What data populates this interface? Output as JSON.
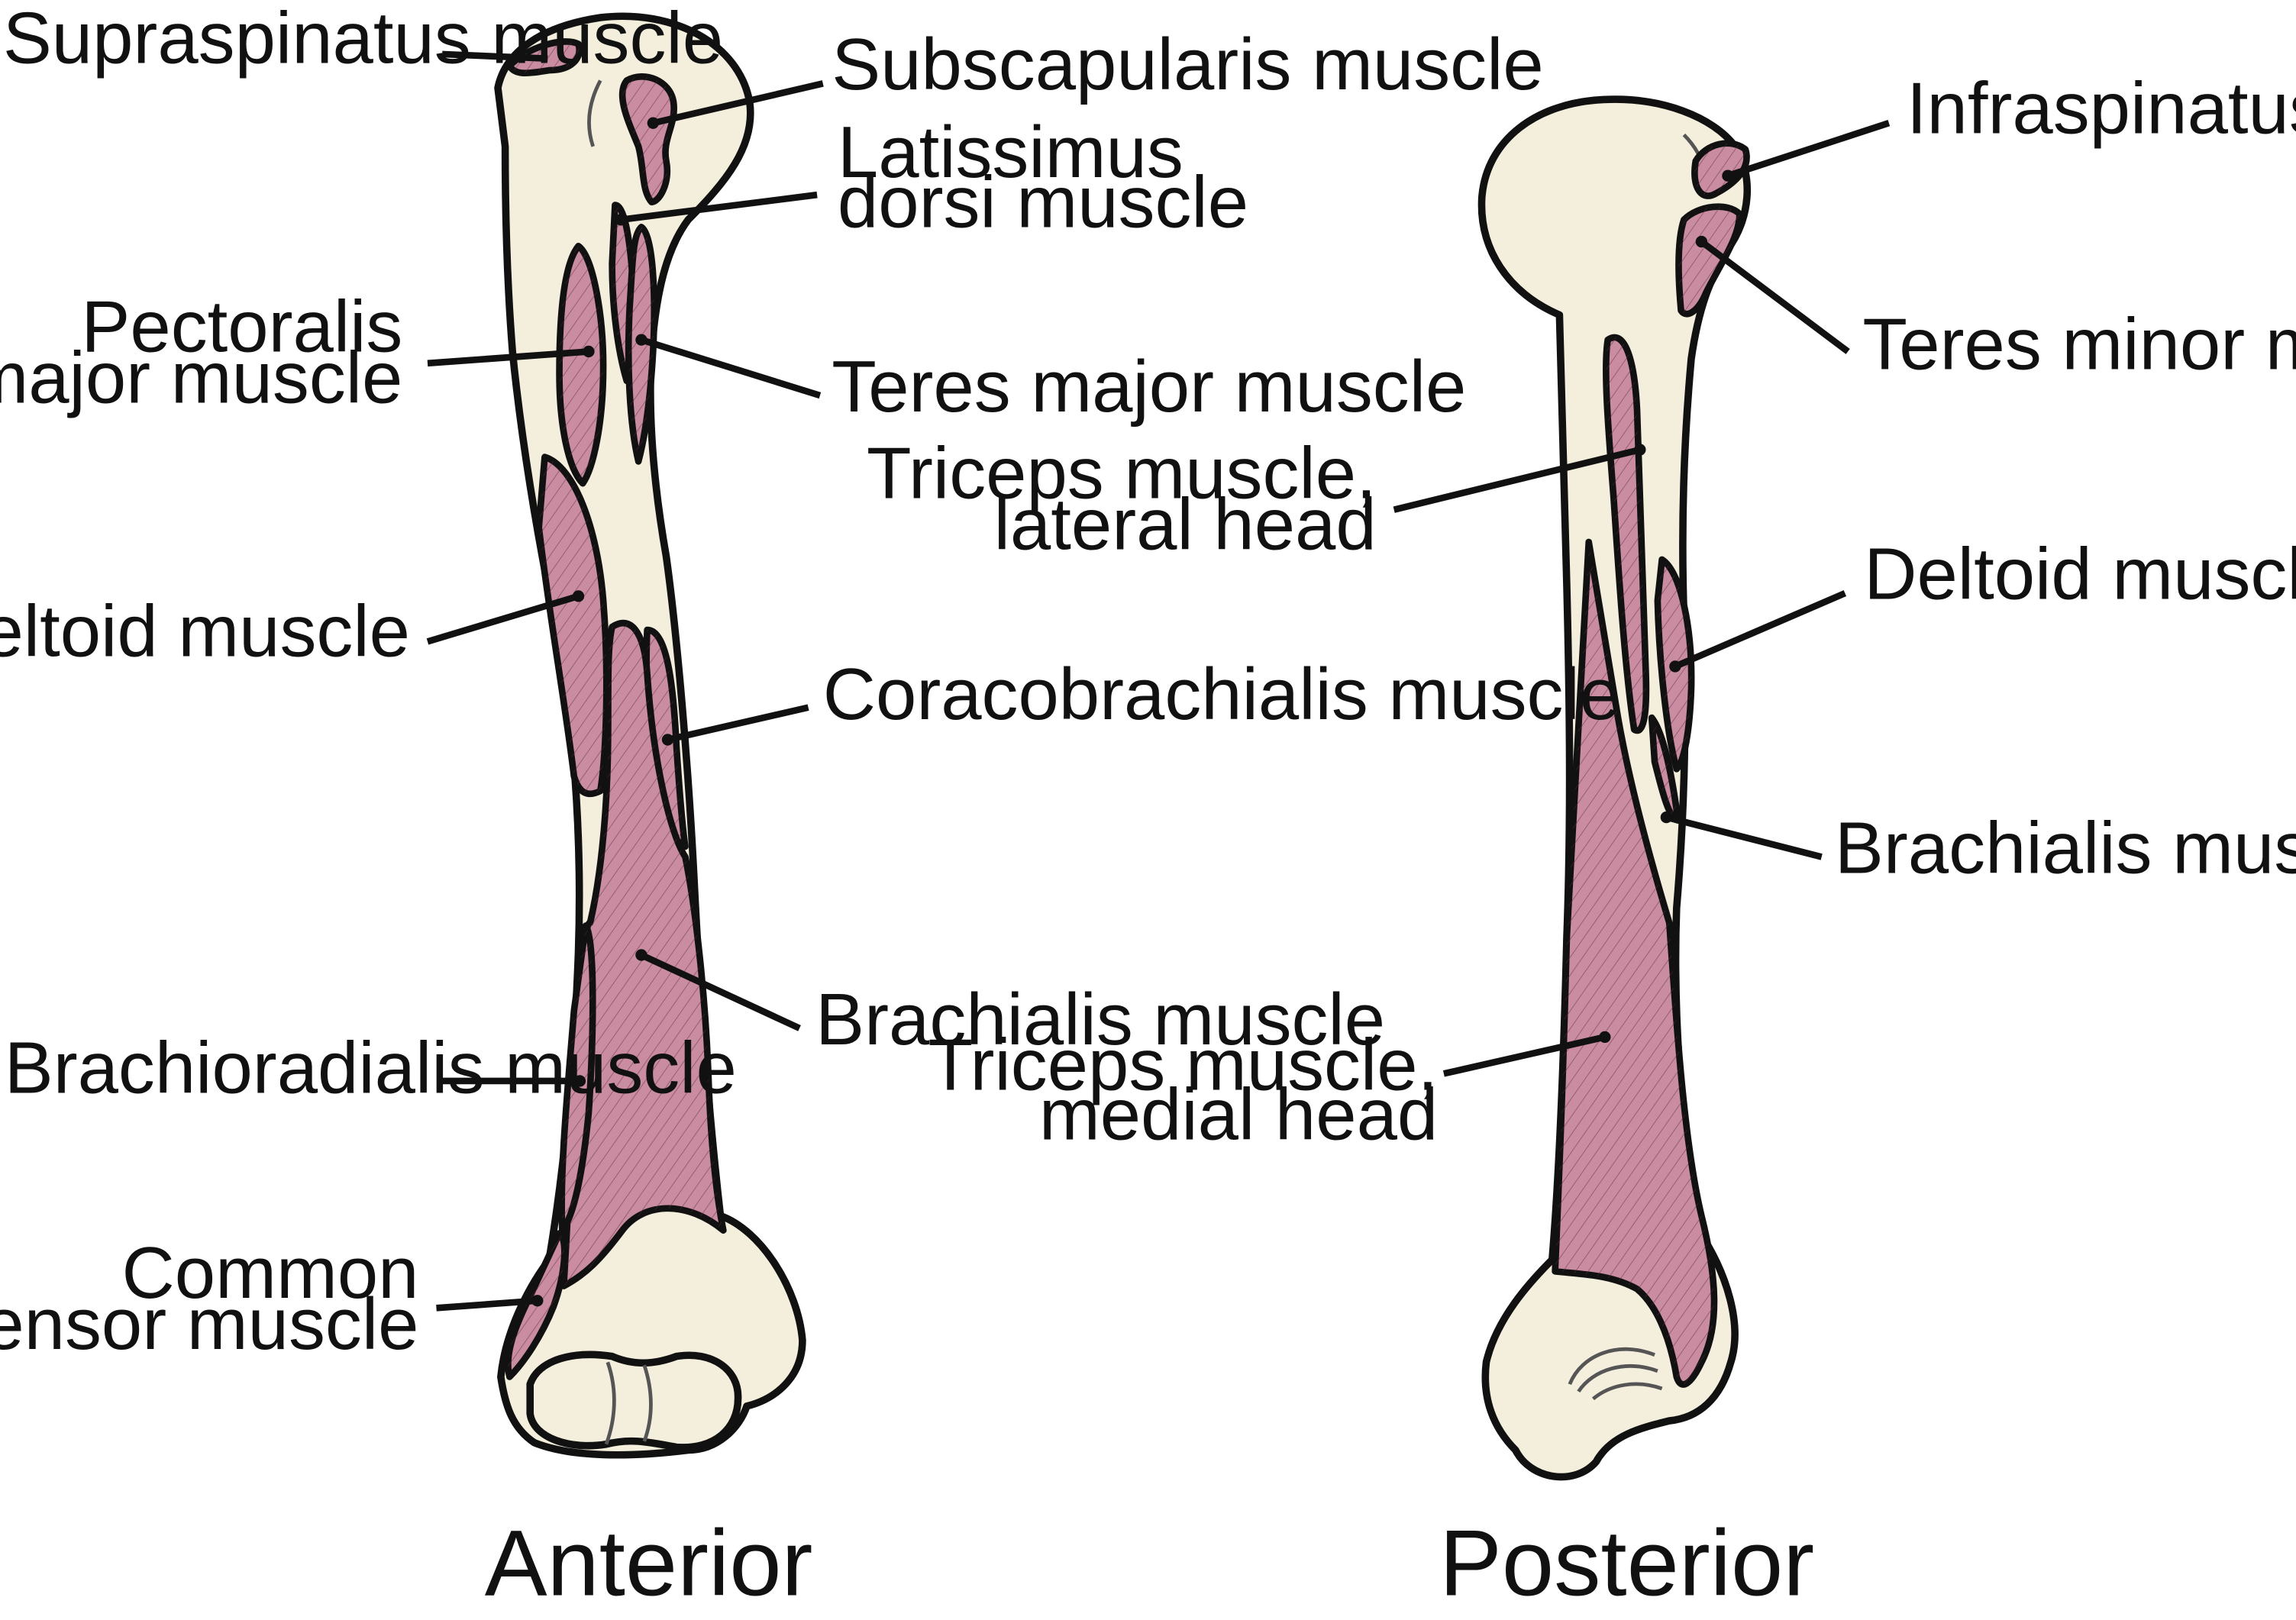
{
  "views": {
    "anterior": "Anterior",
    "posterior": "Posterior"
  },
  "anterior_labels": {
    "supraspinatus": "Supraspinatus muscle",
    "subscapularis": "Subscapularis muscle",
    "latissimus_1": "Latissimus",
    "latissimus_2": "dorsi muscle",
    "pectoralis_1": "Pectoralis",
    "pectoralis_2": "major muscle",
    "teres_major": "Teres major muscle",
    "deltoid": "Deltoid muscle",
    "coracobrachialis": "Coracobrachialis muscle",
    "brachialis": "Brachialis muscle",
    "brachioradialis": "Brachioradialis muscle",
    "common_extensor_1": "Common",
    "common_extensor_2": "extensor muscle"
  },
  "posterior_labels": {
    "infraspinatus": "Infraspinatus muscle",
    "teres_minor": "Teres minor muscle",
    "triceps_lateral_1": "Triceps muscle,",
    "triceps_lateral_2": "lateral head",
    "deltoid": "Deltoid muscle",
    "brachialis": "Brachialis muscle",
    "triceps_medial_1": "Triceps muscle,",
    "triceps_medial_2": "medial head"
  },
  "colors": {
    "bone": "#F4EEDC",
    "muscle": "#C98CA1",
    "outline": "#111111"
  }
}
